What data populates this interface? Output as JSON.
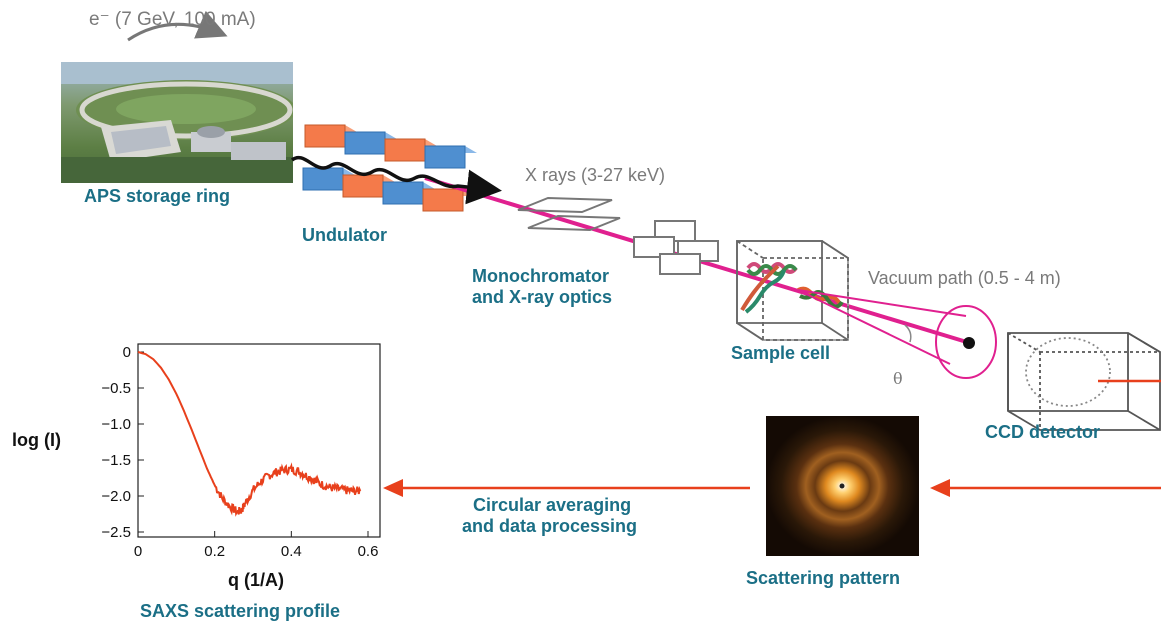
{
  "labels": {
    "electron_beam": "e⁻ (7 GeV, 100 mA)",
    "storage_ring": "APS storage ring",
    "undulator": "Undulator",
    "xrays": "X rays (3-27 keV)",
    "monochromator_line1": "Monochromator",
    "monochromator_line2": "and X-ray optics",
    "sample_cell": "Sample cell",
    "vacuum_path": "Vacuum path (0.5 - 4 m)",
    "theta": "θ",
    "ccd_detector": "CCD detector",
    "scattering_pattern": "Scattering pattern",
    "processing_line1": "Circular averaging",
    "processing_line2": "and data processing",
    "profile_title": "SAXS scattering profile"
  },
  "colors": {
    "teal_label": "#1b6f86",
    "beam_magenta": "#e0208f",
    "arrow_red": "#e8401c",
    "undulator_orange": "#f47a4a",
    "undulator_blue": "#4f8fd0"
  },
  "chart_data": {
    "type": "line",
    "xlabel": "q (1/A)",
    "ylabel": "log (I)",
    "xlim": [
      0,
      0.6
    ],
    "ylim": [
      -2.5,
      0
    ],
    "xticks": [
      "0",
      "0.2",
      "0.4",
      "0.6"
    ],
    "yticks": [
      "0",
      "−0.5",
      "−1.0",
      "−1.5",
      "−2.0",
      "−2.5"
    ],
    "series": [
      {
        "x": [
          0,
          0.02,
          0.04,
          0.06,
          0.08,
          0.1,
          0.12,
          0.14,
          0.16,
          0.18,
          0.2,
          0.22,
          0.24,
          0.26,
          0.27,
          0.28,
          0.3,
          0.32,
          0.34,
          0.36,
          0.38,
          0.4,
          0.42,
          0.44,
          0.46,
          0.48,
          0.5,
          0.52,
          0.54,
          0.56,
          0.58
        ],
        "y": [
          0,
          -0.03,
          -0.1,
          -0.22,
          -0.38,
          -0.58,
          -0.82,
          -1.08,
          -1.35,
          -1.62,
          -1.85,
          -2.03,
          -2.15,
          -2.22,
          -2.2,
          -2.1,
          -1.92,
          -1.8,
          -1.72,
          -1.67,
          -1.64,
          -1.63,
          -1.66,
          -1.72,
          -1.78,
          -1.84,
          -1.88,
          -1.9,
          -1.92,
          -1.93,
          -1.93
        ]
      }
    ]
  }
}
